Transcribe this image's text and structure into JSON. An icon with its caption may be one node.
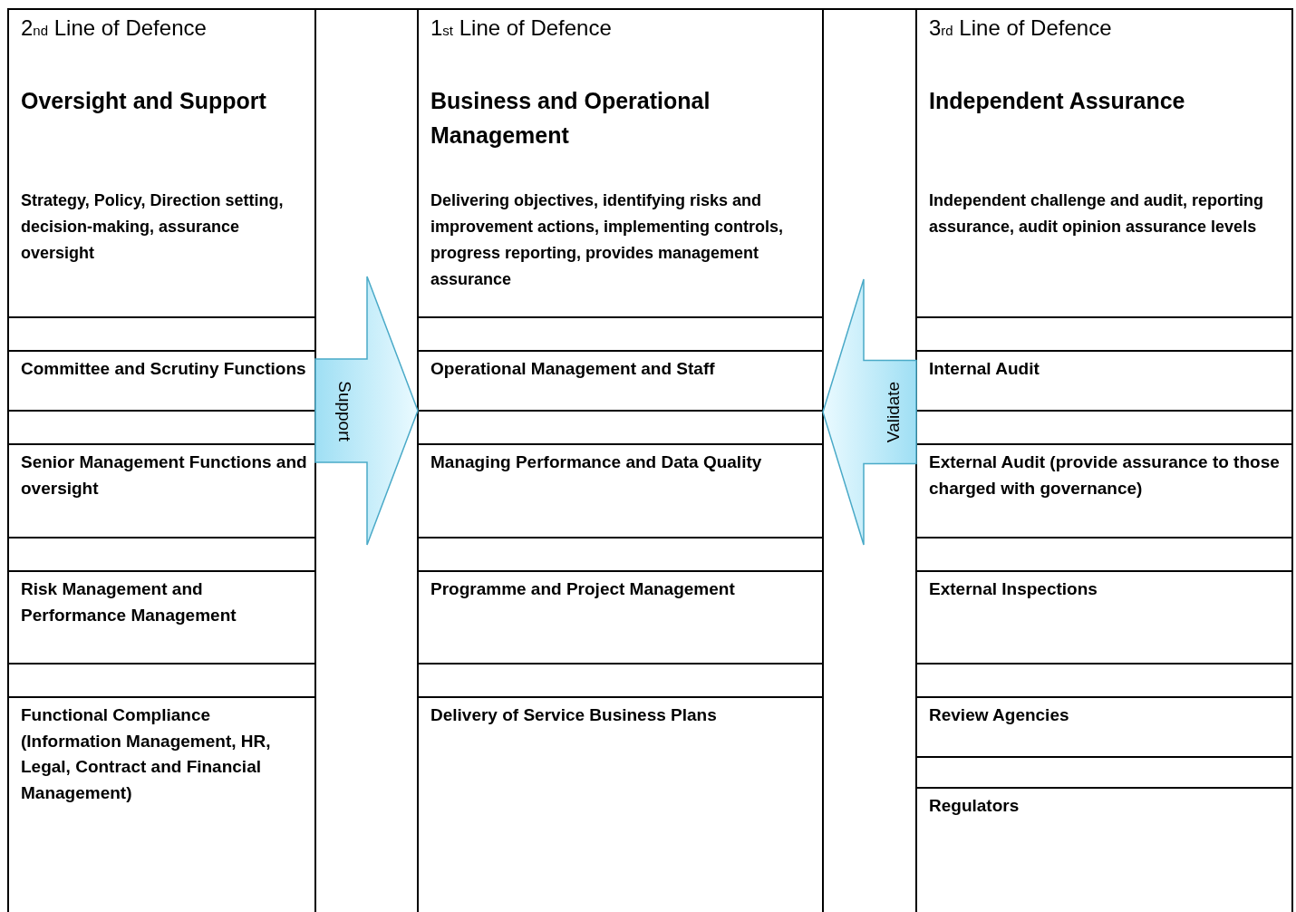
{
  "diagram": {
    "nodes": [
      {
        "text": [
          "2$_{nd}$ Line of Defence",
          "Oversight and Support",
          "Strategy, Policy, Direction setting, decision-making, assurance oversight"
        ]
      },
      {
        "text": [
          "Committee and Scrutiny Functions"
        ]
      },
      {
        "text": [
          "Senior Management Functions and oversight"
        ]
      },
      {
        "text": [
          "Risk Management and Performance Management"
        ]
      },
      {
        "text": [
          "Functional Compliance (Information Management, HR, Legal, Contract and Financial Management)"
        ]
      },
      {
        "text": [
          "Support"
        ]
      },
      {
        "text": [
          "1$_{st}$ Line of Defence",
          "Business and Operational Management",
          "Delivering objectives, identifying risks and improvement actions, implementing controls, progress reporting, provides management assurance"
        ]
      },
      {
        "text": [
          "Operational Management and Staff"
        ]
      },
      {
        "text": [
          "Managing Performance and Data Quality"
        ]
      },
      {
        "text": [
          "Programme and Project Management"
        ]
      },
      {
        "text": [
          "Delivery of Service Business Plans"
        ]
      },
      {
        "text": [
          "Validate"
        ]
      },
      {
        "text": [
          "3$_{rd}$ Line of Defence",
          "Independent Assurance",
          "Independent challenge and audit, reporting assurance, audit opinion assurance levels"
        ]
      },
      {
        "text": [
          "Internal Audit"
        ]
      },
      {
        "text": [
          "External Audit (provide assurance to those charged with governance)"
        ]
      },
      {
        "text": [
          "External Inspections"
        ]
      },
      {
        "text": [
          "Review Agencies"
        ]
      },
      {
        "text": [
          "Regulators"
        ]
      }
    ]
  }
}
